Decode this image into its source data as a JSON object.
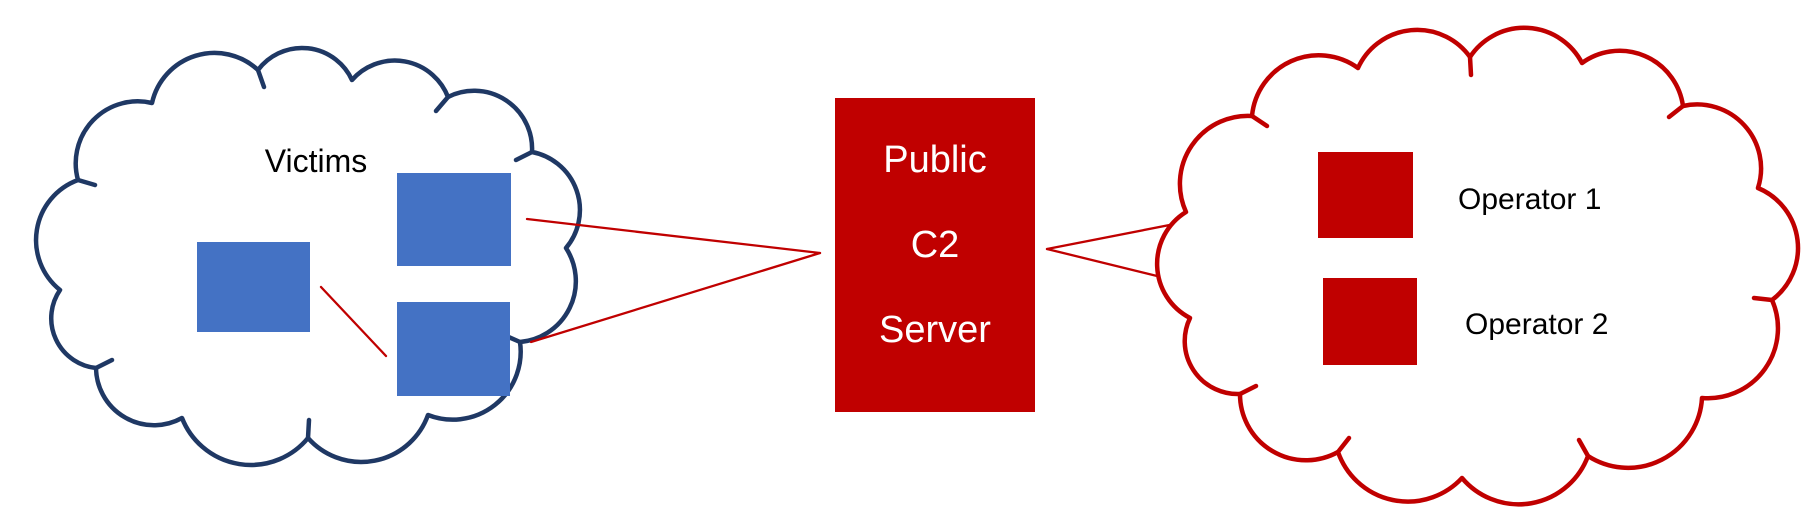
{
  "colors": {
    "navy": "#1f3864",
    "red": "#c00000",
    "blue": "#4472c4",
    "label_text": "#000000",
    "c2_text": "#ffffff",
    "background": "#ffffff"
  },
  "victims_cloud": {
    "label": "Victims"
  },
  "c2_server": {
    "line1": "Public",
    "line2": "C2",
    "line3": "Server"
  },
  "operators_cloud": {
    "operator1_label": "Operator 1",
    "operator2_label": "Operator 2"
  }
}
